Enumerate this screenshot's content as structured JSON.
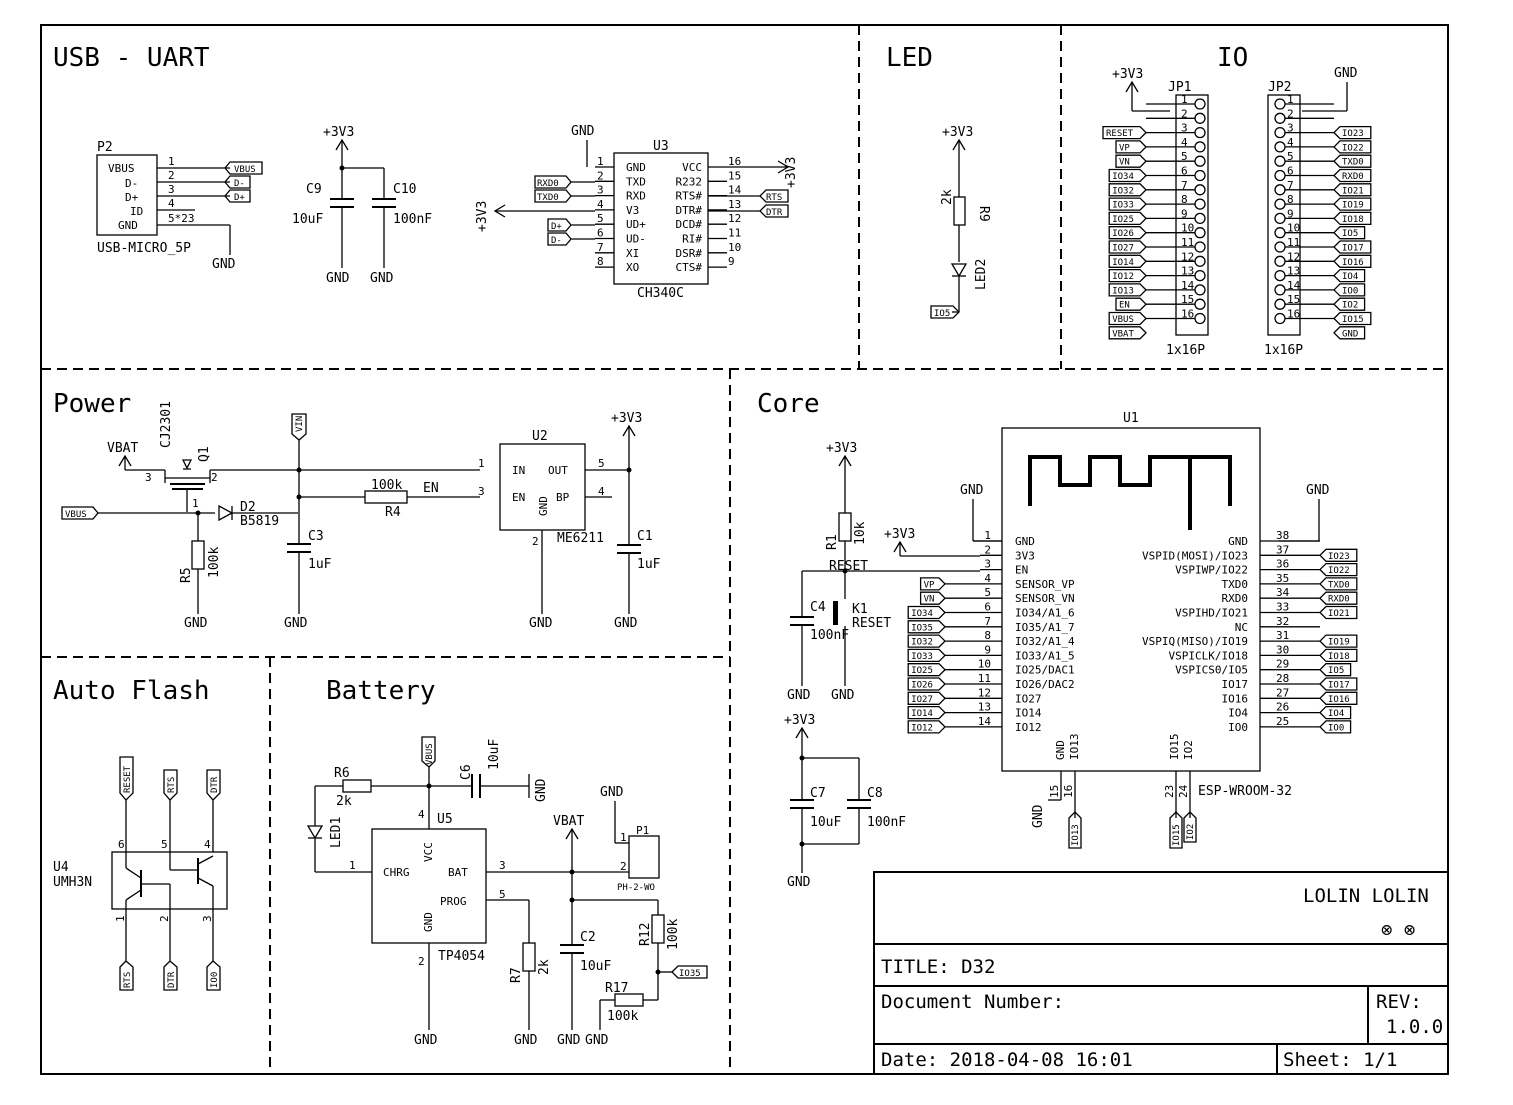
{
  "sections": {
    "usb_uart": "USB - UART",
    "led": "LED",
    "io": "IO",
    "power": "Power",
    "core": "Core",
    "auto_flash": "Auto Flash",
    "battery": "Battery"
  },
  "usb": {
    "p2_ref": "P2",
    "p2_pins": [
      "VBUS",
      "D-",
      "D+",
      "ID",
      "GND"
    ],
    "p2_nums": [
      "1",
      "2",
      "3",
      "4",
      "5*23"
    ],
    "p2_value": "USB-MICRO_5P",
    "tags": [
      "VBUS",
      "D-",
      "D+"
    ],
    "gnd": "GND",
    "v33": "+3V3",
    "c9_ref": "C9",
    "c9_val": "10uF",
    "c10_ref": "C10",
    "c10_val": "100nF",
    "u3_ref": "U3",
    "u3_val": "CH340C",
    "u3_left_nums": [
      "1",
      "2",
      "3",
      "4",
      "5",
      "6",
      "7",
      "8"
    ],
    "u3_left": [
      "GND",
      "TXD",
      "RXD",
      "V3",
      "UD+",
      "UD-",
      "XI",
      "XO"
    ],
    "u3_right_nums": [
      "16",
      "15",
      "14",
      "13",
      "12",
      "11",
      "10",
      "9"
    ],
    "u3_right": [
      "VCC",
      "R232",
      "RTS#",
      "DTR#",
      "DCD#",
      "RI#",
      "DSR#",
      "CTS#"
    ],
    "u3_tags_left": [
      "RXD0",
      "TXD0"
    ],
    "u3_tags_ud": [
      "D+",
      "D-"
    ],
    "u3_tags_right": [
      "RTS",
      "DTR"
    ]
  },
  "led": {
    "v33": "+3V3",
    "r9_ref": "R9",
    "r9_val": "2k",
    "led_ref": "LED2",
    "tag": "IO5"
  },
  "io": {
    "v33": "+3V3",
    "gnd": "GND",
    "jp1_ref": "JP1",
    "jp2_ref": "JP2",
    "jp_val": "1x16P",
    "pin_nums": [
      "1",
      "2",
      "3",
      "4",
      "5",
      "6",
      "7",
      "8",
      "9",
      "10",
      "11",
      "12",
      "13",
      "14",
      "15",
      "16"
    ],
    "jp1_tags": [
      "",
      "RESET",
      "VP",
      "VN",
      "IO34",
      "IO32",
      "IO33",
      "IO25",
      "IO26",
      "IO27",
      "IO14",
      "IO12",
      "IO13",
      "EN",
      "VBUS",
      "VBAT"
    ],
    "jp2_tags": [
      "",
      "",
      "IO23",
      "IO22",
      "TXD0",
      "RXD0",
      "IO21",
      "IO19",
      "IO18",
      "IO5",
      "IO17",
      "IO16",
      "IO4",
      "IO0",
      "IO2",
      "IO15",
      "GND"
    ]
  },
  "power": {
    "vbat": "VBAT",
    "q1_ref": "Q1",
    "q1_val": "CJ2301",
    "vbus_tag": "VBUS",
    "vin_tag": "VIN",
    "d2_ref": "D2",
    "d2_val": "B5819",
    "r5_ref": "R5",
    "r5_val": "100k",
    "r4_ref": "R4",
    "r4_val": "100k",
    "en": "EN",
    "c3_ref": "C3",
    "c3_val": "1uF",
    "u2_ref": "U2",
    "u2_val": "ME6211",
    "u2_pins": [
      "IN",
      "OUT",
      "EN",
      "GND",
      "BP"
    ],
    "u2_nums": [
      "1",
      "5",
      "3",
      "2",
      "4"
    ],
    "q1_nums": [
      "3",
      "1",
      "2"
    ],
    "v33": "+3V3",
    "c1_ref": "C1",
    "c1_val": "1uF",
    "gnd": "GND"
  },
  "core": {
    "v33": "+3V3",
    "r1_ref": "R1",
    "r1_val": "10k",
    "reset": "RESET",
    "c4_ref": "C4",
    "c4_val": "100nF",
    "k1_ref": "K1",
    "k1_val": "RESET",
    "gnd": "GND",
    "c7_ref": "C7",
    "c7_val": "10uF",
    "c8_ref": "C8",
    "c8_val": "100nF",
    "u1_ref": "U1",
    "u1_val": "ESP-WROOM-32",
    "left_nums": [
      "1",
      "2",
      "3",
      "4",
      "5",
      "6",
      "7",
      "8",
      "9",
      "10",
      "11",
      "12",
      "13",
      "14"
    ],
    "left_pins": [
      "GND",
      "3V3",
      "EN",
      "SENSOR_VP",
      "SENSOR_VN",
      "IO34/A1_6",
      "IO35/A1_7",
      "IO32/A1_4",
      "IO33/A1_5",
      "IO25/DAC1",
      "IO26/DAC2",
      "IO27",
      "IO14",
      "IO12"
    ],
    "left_tags": [
      "",
      "",
      "",
      "VP",
      "VN",
      "IO34",
      "IO35",
      "IO32",
      "IO33",
      "IO25",
      "IO26",
      "IO27",
      "IO14",
      "IO12"
    ],
    "right_nums": [
      "38",
      "37",
      "36",
      "35",
      "34",
      "33",
      "32",
      "31",
      "30",
      "29",
      "28",
      "27",
      "26",
      "25"
    ],
    "right_pins": [
      "GND",
      "VSPID(MOSI)/IO23",
      "VSPIWP/IO22",
      "TXD0",
      "RXD0",
      "VSPIHD/IO21",
      "NC",
      "VSPIQ(MISO)/IO19",
      "VSPICLK/IO18",
      "VSPICS0/IO5",
      "IO17",
      "IO16",
      "IO4",
      "IO0"
    ],
    "right_tags": [
      "",
      "IO23",
      "IO22",
      "TXD0",
      "RXD0",
      "IO21",
      "",
      "IO19",
      "IO18",
      "IO5",
      "IO17",
      "IO16",
      "IO4",
      "IO0"
    ],
    "bottom_pins": [
      "GND",
      "IO13",
      "IO15",
      "IO2"
    ],
    "bottom_nums": [
      "15",
      "16",
      "23",
      "24"
    ],
    "bottom_tags": [
      "IO13",
      "IO15",
      "IO2"
    ]
  },
  "auto_flash": {
    "u4_ref": "U4",
    "u4_val": "UMH3N",
    "top_tags": [
      "RESET",
      "RTS",
      "DTR"
    ],
    "top_nums": [
      "6",
      "5",
      "4"
    ],
    "bottom_nums": [
      "1",
      "2",
      "3"
    ],
    "bottom_tags": [
      "RTS",
      "DTR",
      "IO0"
    ]
  },
  "battery": {
    "r6_ref": "R6",
    "r6_val": "2k",
    "vbus_tag": "VBUS",
    "c6_ref": "C6",
    "c6_val": "10uF",
    "gnd": "GND",
    "led1_ref": "LED1",
    "u5_ref": "U5",
    "u5_val": "TP4054",
    "u5_pins": [
      "CHRG",
      "VCC",
      "BAT",
      "PROG",
      "GND"
    ],
    "u5_nums": [
      "1",
      "4",
      "3",
      "5",
      "2"
    ],
    "vbat": "VBAT",
    "p1_ref": "P1",
    "p1_val": "PH-2-WO",
    "p1_nums": [
      "1",
      "2"
    ],
    "r7_ref": "R7",
    "r7_val": "2k",
    "c2_ref": "C2",
    "c2_val": "10uF",
    "r12_ref": "R12",
    "r12_val": "100k",
    "r17_ref": "R17",
    "r17_val": "100k",
    "io35_tag": "IO35"
  },
  "title_block": {
    "company": "LOLIN LOLIN",
    "logo": "⊗ ⊗",
    "title": "TITLE: D32",
    "docnum": "Document Number:",
    "rev_label": "REV:",
    "rev": "1.0.0",
    "date": "Date: 2018-04-08 16:01",
    "sheet": "Sheet: 1/1"
  }
}
